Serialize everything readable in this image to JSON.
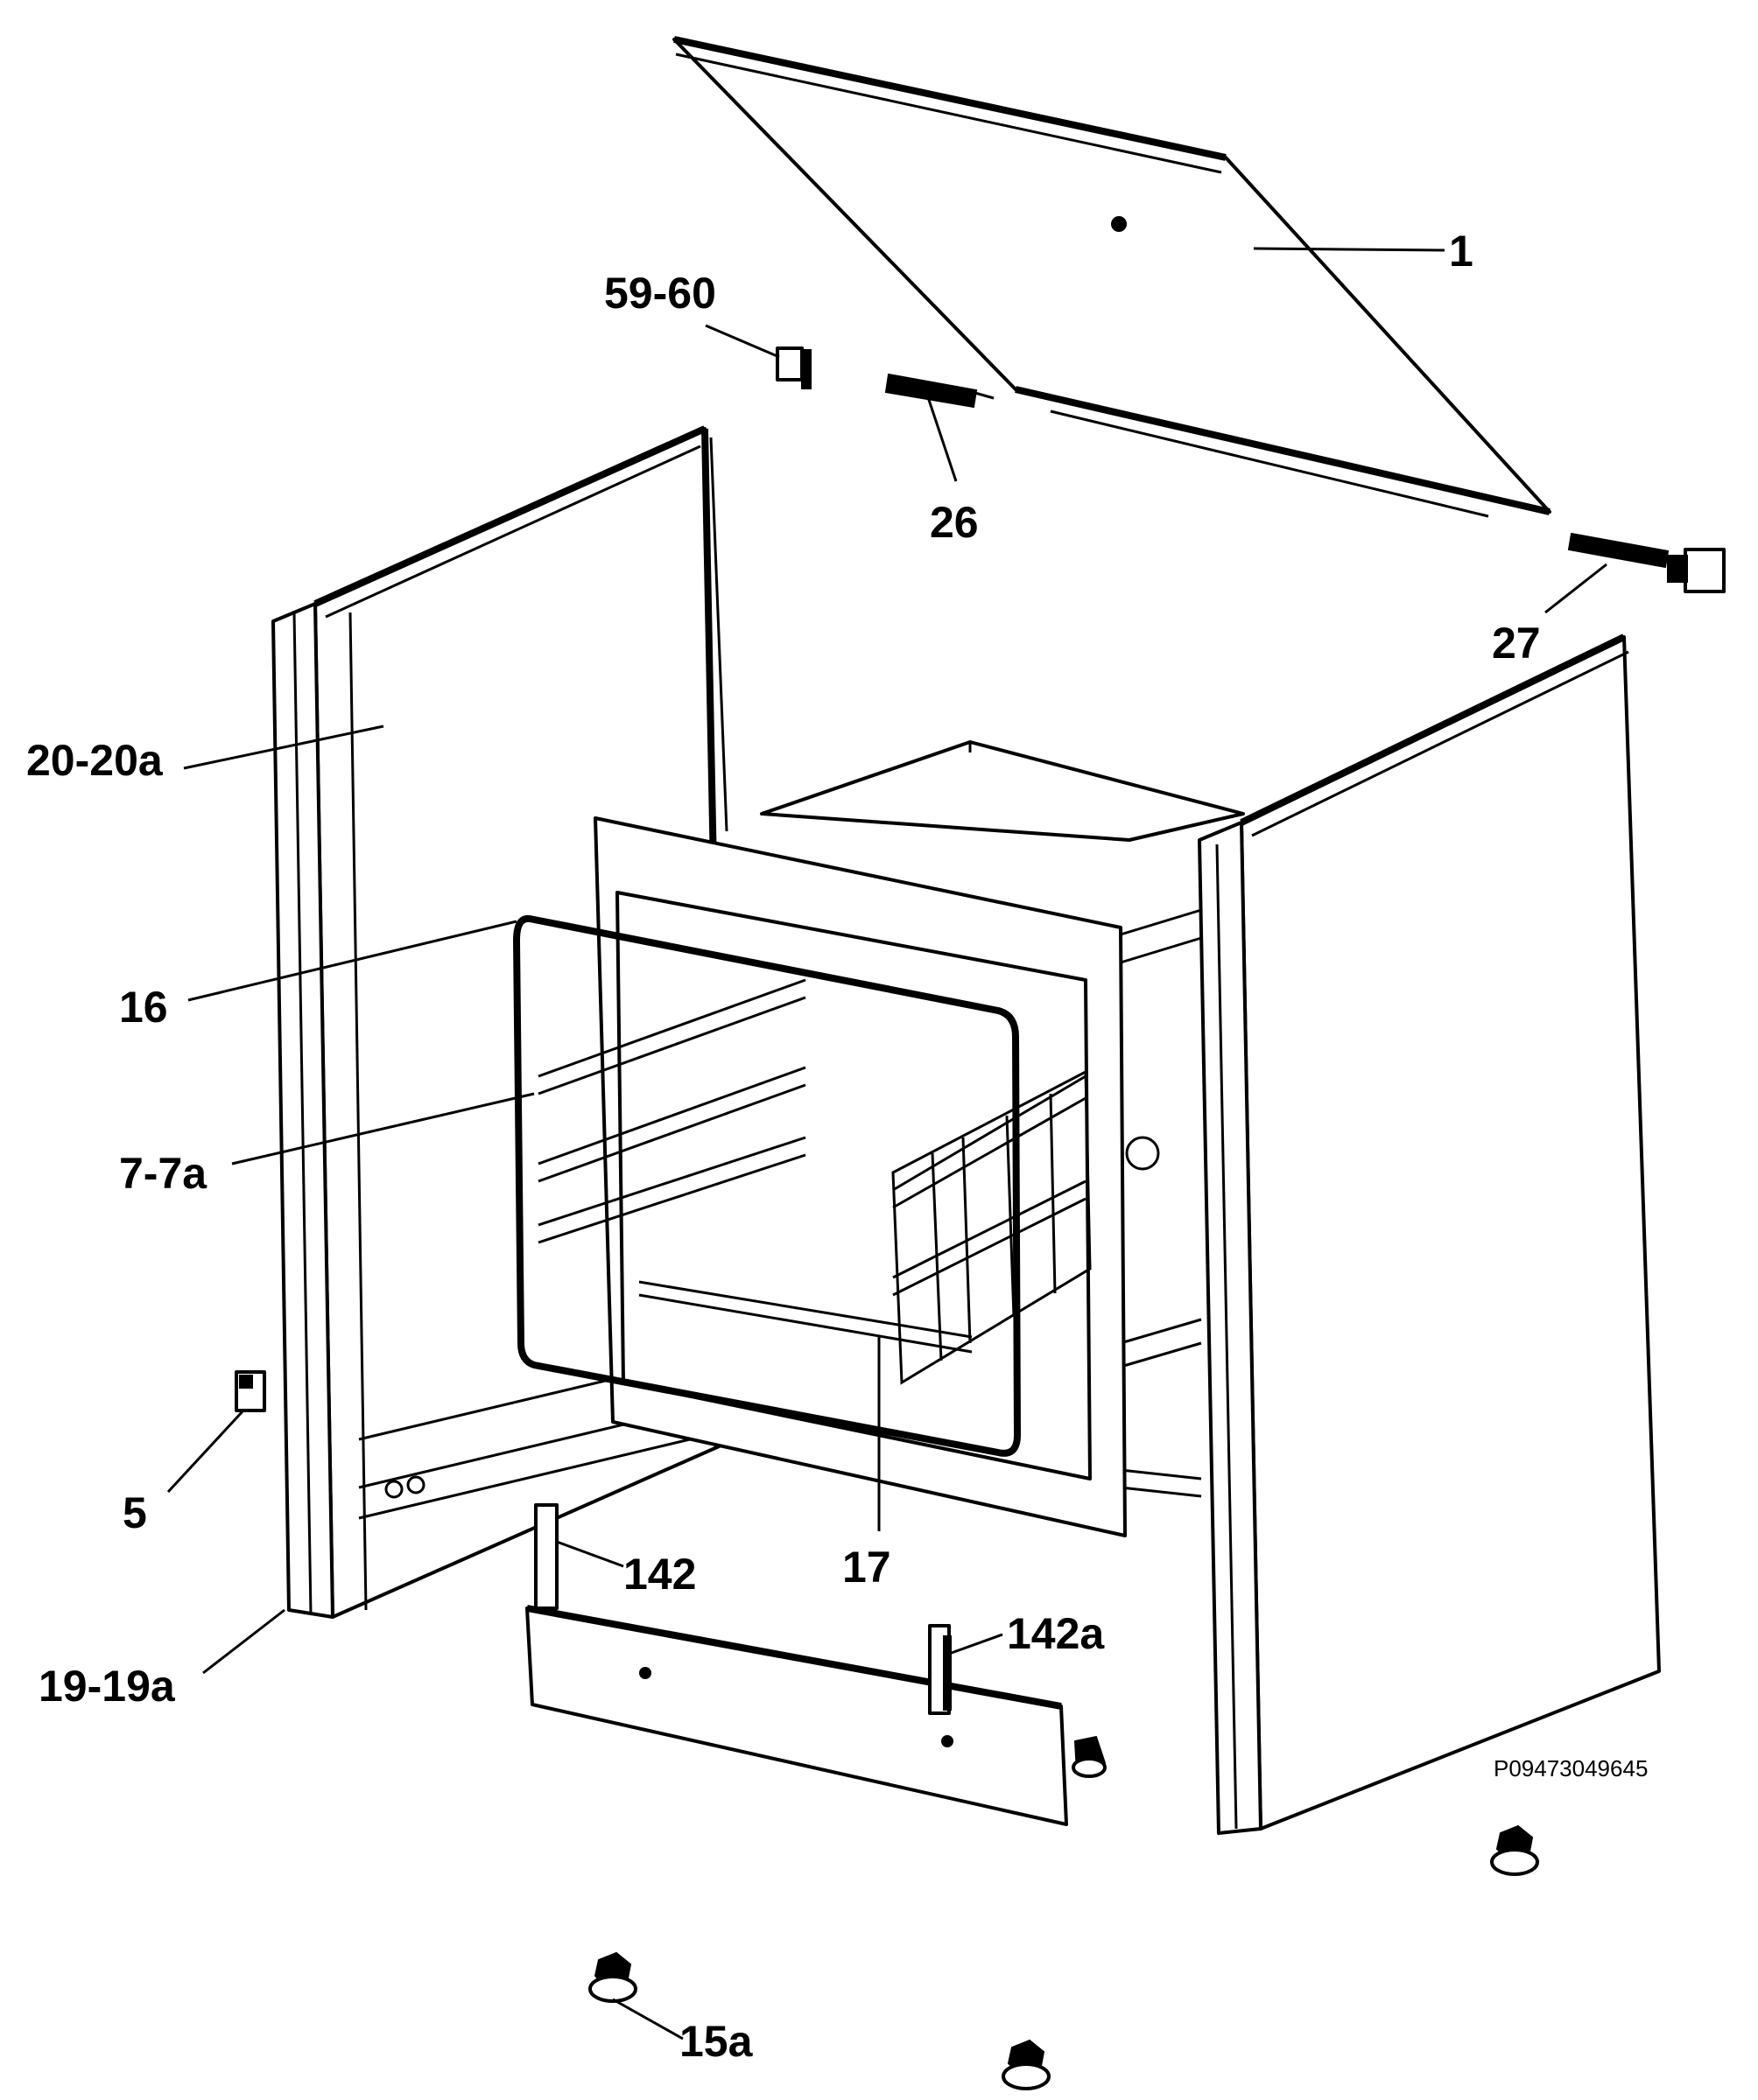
{
  "drawing_code": "P09473049645",
  "callouts": [
    {
      "id": "1",
      "text": "1"
    },
    {
      "id": "59-60",
      "text": "59-60"
    },
    {
      "id": "26",
      "text": "26"
    },
    {
      "id": "27",
      "text": "27"
    },
    {
      "id": "20-20a",
      "text": "20-20a"
    },
    {
      "id": "16",
      "text": "16"
    },
    {
      "id": "7-7a",
      "text": "7-7a"
    },
    {
      "id": "5",
      "text": "5"
    },
    {
      "id": "142",
      "text": "142"
    },
    {
      "id": "17",
      "text": "17"
    },
    {
      "id": "19-19a",
      "text": "19-19a"
    },
    {
      "id": "142a",
      "text": "142a"
    },
    {
      "id": "15a",
      "text": "15a"
    }
  ]
}
